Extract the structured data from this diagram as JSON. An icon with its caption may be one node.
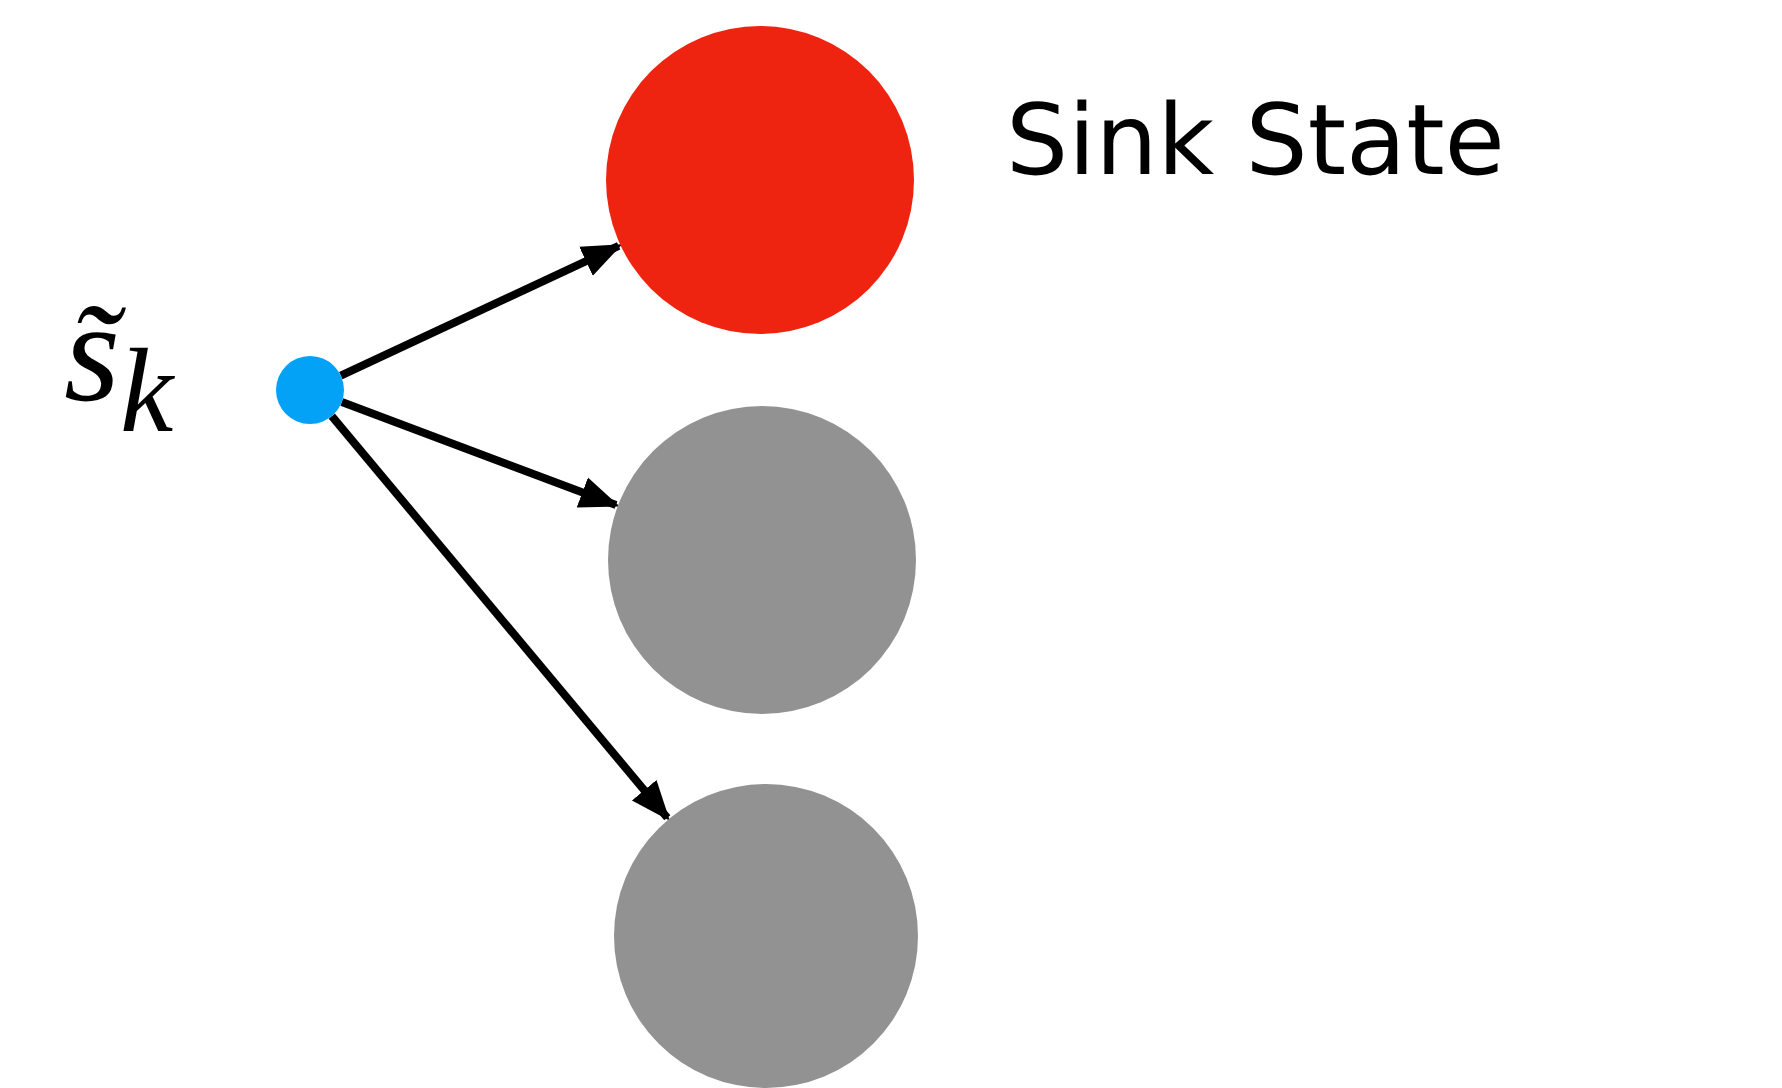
{
  "diagram": {
    "nodes": [
      {
        "text": [],
        "shape": "circle",
        "beside": [
          "s̃$_{k}$"
        ]
      },
      {
        "text": [],
        "shape": "circle",
        "beside": [
          "Sink State"
        ]
      },
      {
        "text": [],
        "shape": "circle"
      },
      {
        "text": [],
        "shape": "circle"
      }
    ],
    "edges": [
      {
        "from": 0,
        "to": 1,
        "arrow": "to"
      },
      {
        "from": 0,
        "to": 2,
        "arrow": "to"
      },
      {
        "from": 0,
        "to": 3,
        "arrow": "to"
      }
    ]
  }
}
